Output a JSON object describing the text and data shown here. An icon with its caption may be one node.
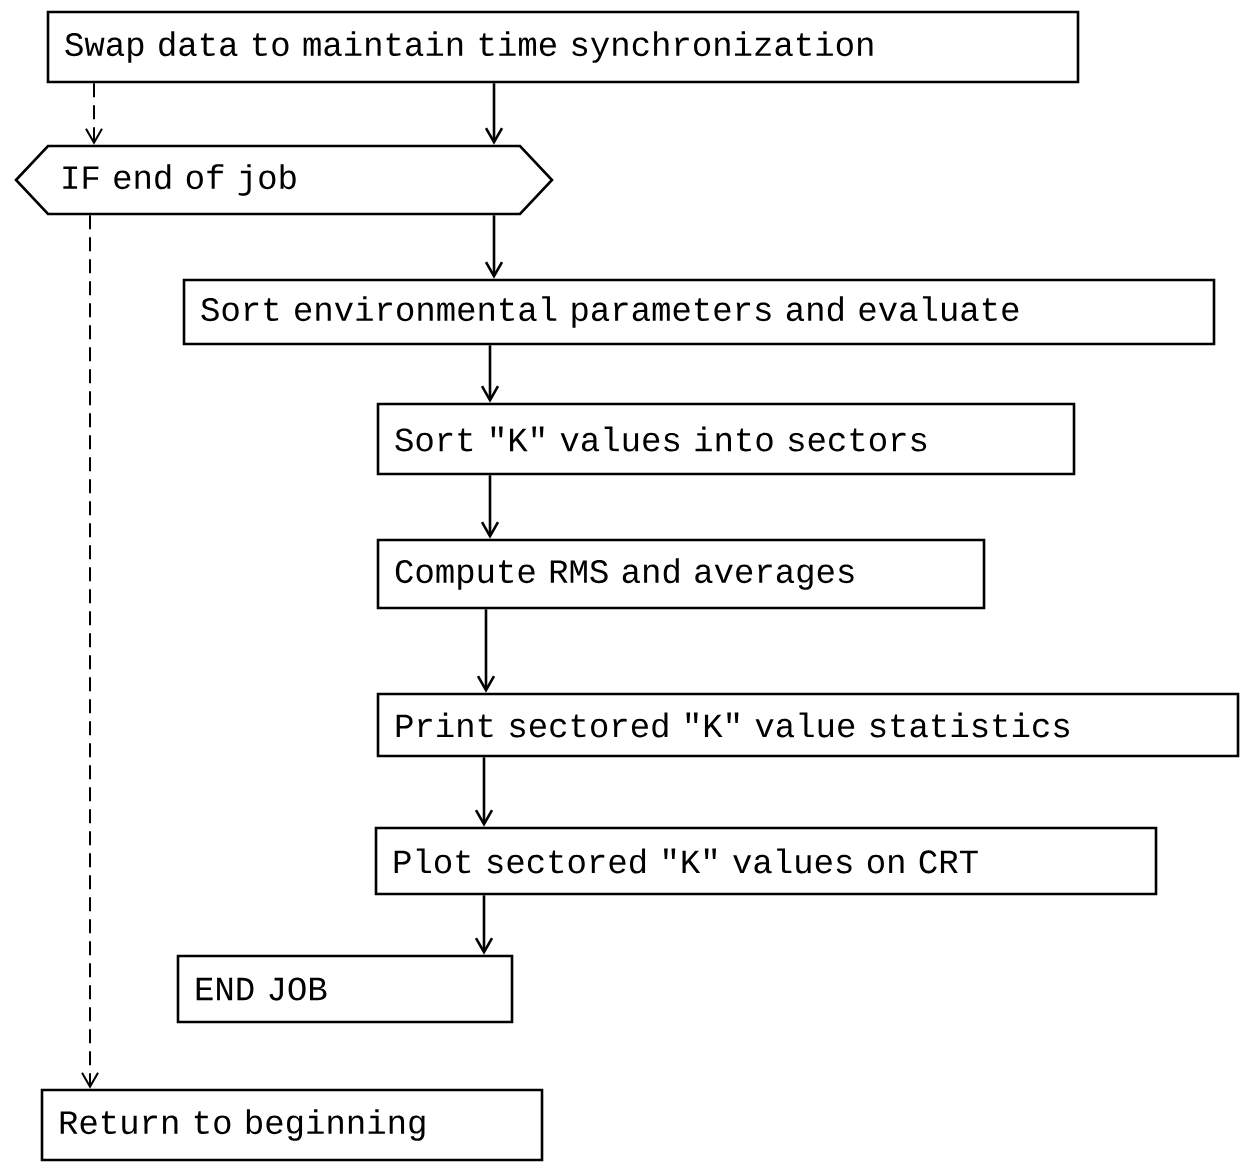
{
  "diagram": {
    "nodes": [
      {
        "text": [
          "Swap data to maintain time synchronization"
        ]
      },
      {
        "text": [
          "IF end of job"
        ]
      },
      {
        "text": [
          "Sort environmental parameters and evaluate"
        ]
      },
      {
        "text": [
          "Sort \"K\" values into sectors"
        ]
      },
      {
        "text": [
          "Compute RMS and averages"
        ]
      },
      {
        "text": [
          "Print sectored \"K\" value statistics"
        ]
      },
      {
        "text": [
          "Plot sectored \"K\" values on CRT"
        ]
      },
      {
        "text": [
          "END JOB"
        ]
      },
      {
        "text": [
          "Return to beginning"
        ]
      }
    ],
    "edges": [
      {
        "from": 0,
        "to": 1,
        "arrow": "to",
        "style": "dashed"
      },
      {
        "from": 0,
        "to": 1,
        "arrow": "to"
      },
      {
        "from": 1,
        "to": 2,
        "arrow": "to"
      },
      {
        "from": 2,
        "to": 3,
        "arrow": "to"
      },
      {
        "from": 3,
        "to": 4,
        "arrow": "to"
      },
      {
        "from": 4,
        "to": 5,
        "arrow": "to"
      },
      {
        "from": 5,
        "to": 6,
        "arrow": "to"
      },
      {
        "from": 6,
        "to": 7,
        "arrow": "to"
      },
      {
        "from": 1,
        "to": 8,
        "arrow": "to",
        "style": "dashed"
      }
    ]
  }
}
